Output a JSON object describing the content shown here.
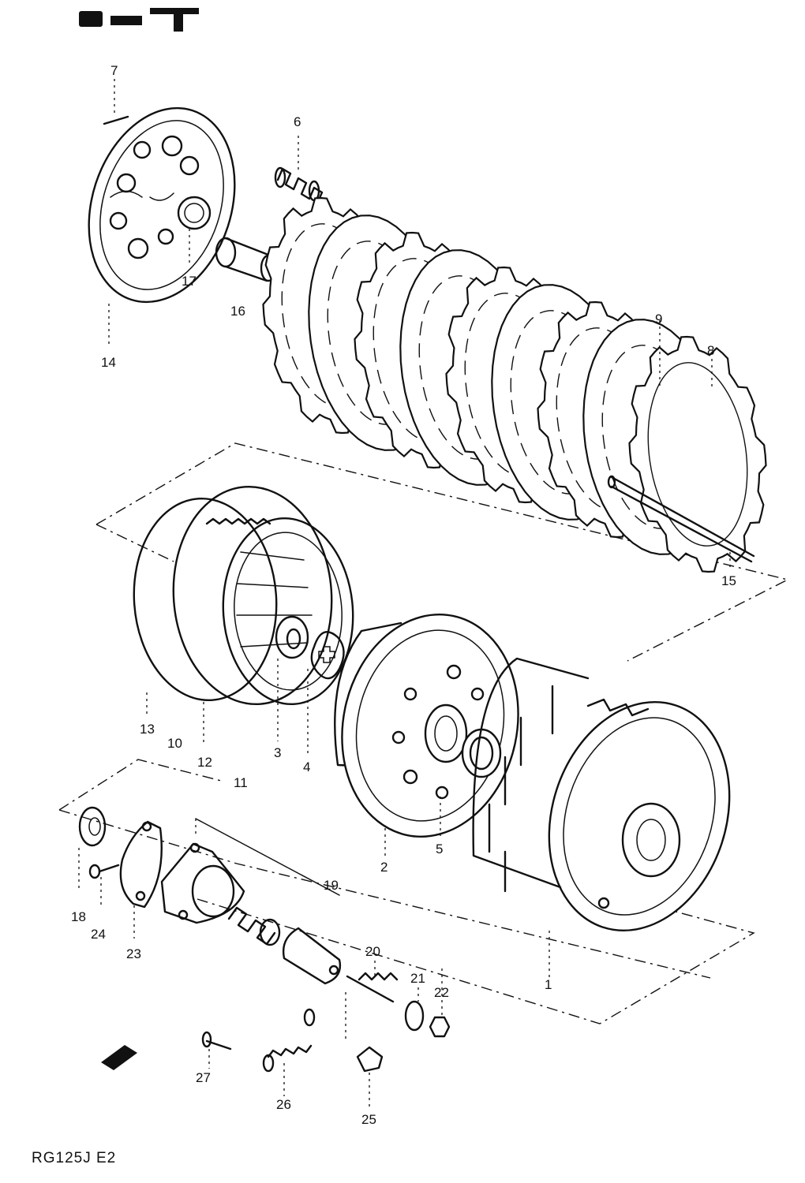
{
  "diagram": {
    "footer_code": "RG125J E2",
    "part_numbers": [
      "1",
      "2",
      "3",
      "4",
      "5",
      "6",
      "7",
      "8",
      "9",
      "10",
      "11",
      "12",
      "13",
      "14",
      "15",
      "16",
      "17",
      "18",
      "19",
      "20",
      "21",
      "22",
      "23",
      "24",
      "25",
      "26",
      "27"
    ]
  }
}
